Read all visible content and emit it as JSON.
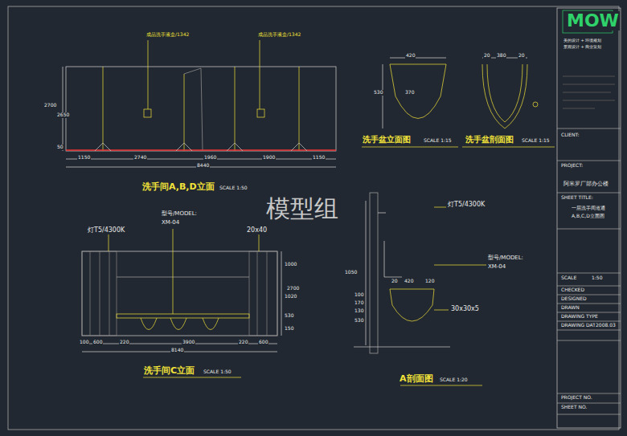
{
  "diagram": {
    "labels": [
      "成品洗手液盒/1342",
      "成品洗手液盒/1342",
      "2700",
      "2650",
      "50",
      "1150",
      "2740",
      "1960",
      "1900",
      "1150",
      "8440",
      "洗手间A,B,D立面",
      "SCALE 1:50",
      "420",
      "530",
      "370",
      "洗手盆立面图",
      "SCALE 1:15",
      "20",
      "380",
      "20",
      "洗手盆剖面图",
      "SCALE 1:15",
      "灯T5/4300K",
      "型号/MODEL:",
      "XM-04",
      "20x40",
      "100",
      "600",
      "220",
      "3900",
      "220",
      "600",
      "8140",
      "2700",
      "1000",
      "1020",
      "530",
      "150",
      "洗手间C立面",
      "SCALE 1:50",
      "灯T5/4300K",
      "型号/MODEL:",
      "XM-04",
      "30x30x5",
      "20",
      "420",
      "120",
      "1050",
      "100",
      "170",
      "130",
      "530",
      "A剖面图",
      "SCALE 1:20",
      "模型组",
      "MOW",
      "美的设计 + 环境规划",
      "景观设计 + 商业策划",
      "CLIENT:",
      "PROJECT:",
      "阿米罗厂部办公楼",
      "SHEET TITLE:",
      "一层洗手间道通",
      "A,B,C,D立面图",
      "SCALE",
      "1:50",
      "CHECKED",
      "DESIGNED",
      "DRAWN",
      "DRAWING TYPE",
      "DRAWING DATE",
      "2008.03",
      "PROJECT NO.",
      "SHEET NO."
    ]
  }
}
